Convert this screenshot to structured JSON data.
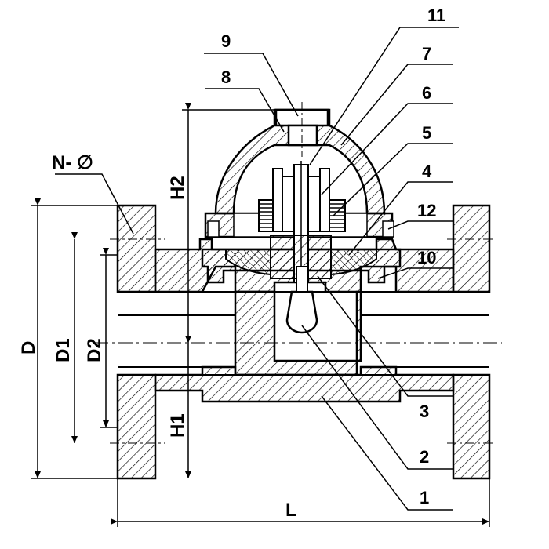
{
  "drawing": {
    "part_labels": {
      "p1": "1",
      "p2": "2",
      "p3": "3",
      "p4": "4",
      "p5": "5",
      "p6": "6",
      "p7": "7",
      "p8": "8",
      "p9": "9",
      "p10": "10",
      "p11": "11",
      "p12": "12"
    },
    "dimension_labels": {
      "D": "D",
      "D1": "D1",
      "D2": "D2",
      "H1": "H1",
      "H2": "H2",
      "L": "L",
      "N": "N- ∅"
    },
    "colors": {
      "line": "#000000",
      "background": "#ffffff"
    }
  }
}
